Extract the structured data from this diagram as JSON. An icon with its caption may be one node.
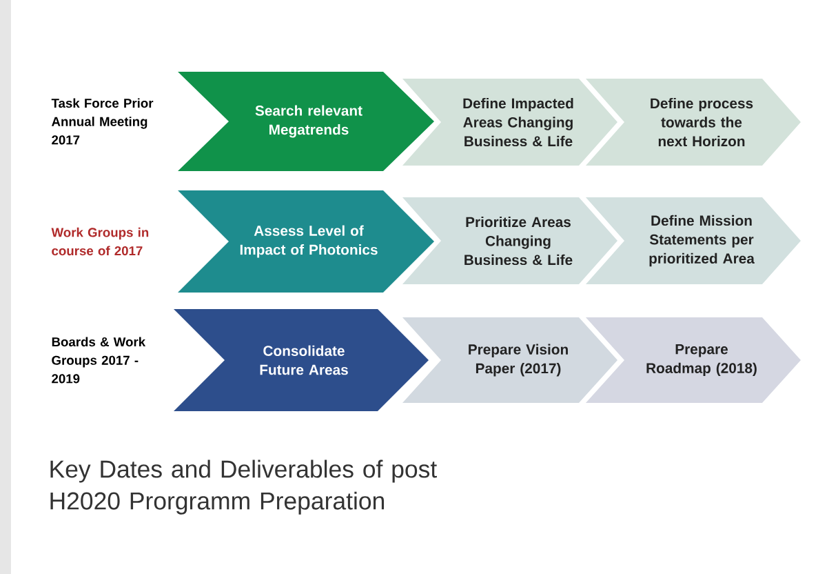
{
  "diagram": {
    "caption": "Key Dates and Deliverables of post H2020 Prorgramm Preparation",
    "nodes": [
      {
        "text": [
          "Search relevant Megatrends"
        ],
        "beside": [
          "Task Force Prior Annual Meeting 2017"
        ]
      },
      {
        "text": [
          "Define Impacted Areas Changing Business & Life"
        ]
      },
      {
        "text": [
          "Define process towards the next Horizon"
        ]
      },
      {
        "text": [
          "Assess Level of Impact of Photonics"
        ],
        "beside": [
          "Work Groups in course of 2017"
        ]
      },
      {
        "text": [
          "Prioritize Areas Changing Business & Life"
        ]
      },
      {
        "text": [
          "Define Mission Statements per prioritized Area"
        ]
      },
      {
        "text": [
          "Consolidate Future Areas"
        ],
        "beside": [
          "Boards & Work Groups 2017 - 2019"
        ]
      },
      {
        "text": [
          "Prepare Vision Paper (2017)"
        ]
      },
      {
        "text": [
          "Prepare Roadmap (2018)"
        ]
      }
    ]
  }
}
